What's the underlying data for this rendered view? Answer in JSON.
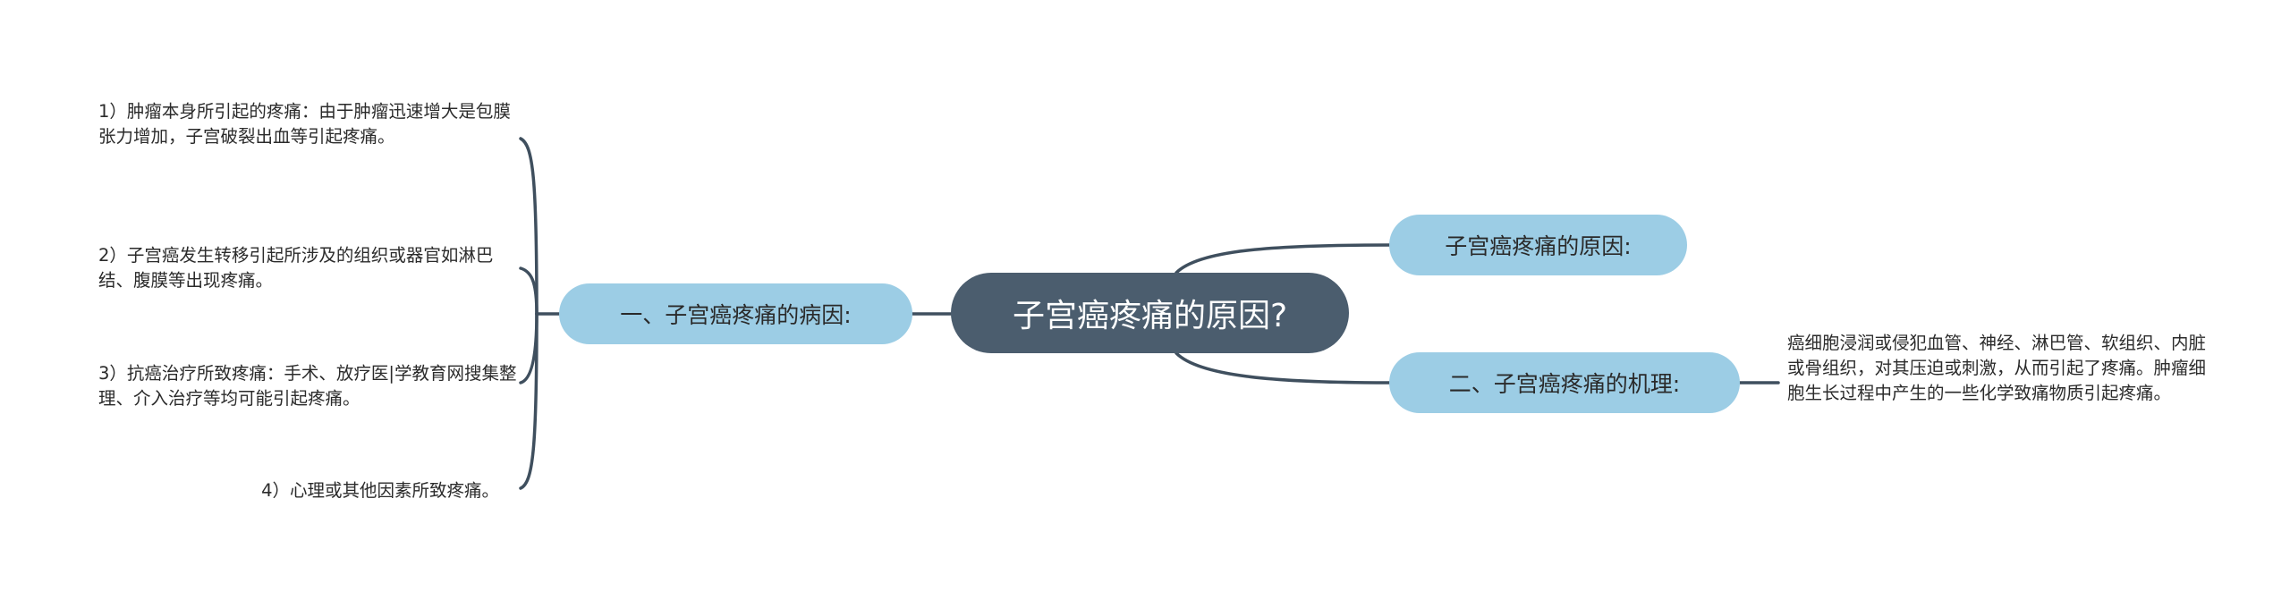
{
  "mindmap": {
    "center": {
      "label": "子宫癌疼痛的原因?"
    },
    "branches": [
      {
        "label": "一、子宫癌疼痛的病因:",
        "children": [
          "1）肿瘤本身所引起的疼痛：由于肿瘤迅速增大是包膜张力增加，子宫破裂出血等引起疼痛。",
          "2）子宫癌发生转移引起所涉及的组织或器官如淋巴结、腹膜等出现疼痛。",
          "3）抗癌治疗所致疼痛：手术、放疗医|学教育网搜集整理、介入治疗等均可能引起疼痛。",
          "4）心理或其他因素所致疼痛。"
        ]
      },
      {
        "label": "子宫癌疼痛的原因:",
        "children": []
      },
      {
        "label": "二、子宫癌疼痛的机理:",
        "children": [
          "癌细胞浸润或侵犯血管、神经、淋巴管、软组织、内脏或骨组织，对其压迫或刺激，从而引起了疼痛。肿瘤细胞生长过程中产生的一些化学致痛物质引起疼痛。"
        ]
      }
    ]
  },
  "colors": {
    "center_fill": "#4b5d6e",
    "center_text": "#ffffff",
    "branch_fill": "#9ccde5",
    "branch_text": "#2a2a2a",
    "line": "#3f4f5e",
    "leaf_text": "#2b2b2b"
  }
}
